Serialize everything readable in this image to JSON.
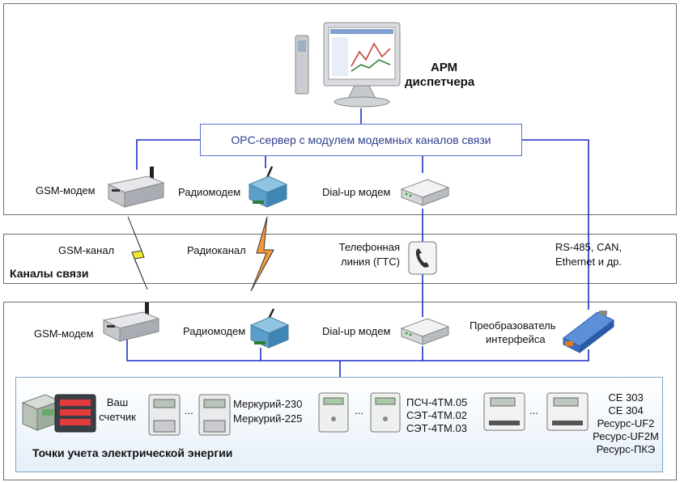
{
  "arm": {
    "line1": "АРМ",
    "line2": "диспетчера"
  },
  "opc_server": "OPC-сервер с модулем модемных каналов связи",
  "top_modems": {
    "gsm": "GSM-модем",
    "radio": "Радиомодем",
    "dialup": "Dial-up модем"
  },
  "channels": {
    "title": "Каналы связи",
    "gsm": "GSM-канал",
    "radio": "Радиоканал",
    "phone_line1": "Телефонная",
    "phone_line2": "линия (ГТС)",
    "rs_line1": "RS-485, CAN,",
    "rs_line2": "Ethernet и др."
  },
  "bottom_modems": {
    "gsm": "GSM-модем",
    "radio": "Радиомодем",
    "dialup": "Dial-up модем",
    "converter_line1": "Преобразователь",
    "converter_line2": "интерфейса"
  },
  "points": {
    "title": "Точки учета электрической энергии",
    "your_meter_line1": "Ваш",
    "your_meter_line2": "счетчик",
    "ellipsis": "...",
    "group1": [
      "Меркурий-230",
      "Меркурий-225"
    ],
    "group2": [
      "ПСЧ-4ТМ.05",
      "СЭТ-4ТМ.02",
      "СЭТ-4ТМ.03"
    ],
    "group3": [
      "CE 303",
      "CE 304",
      "Ресурс-UF2",
      "Ресурс-UF2M",
      "Ресурс-ПКЭ"
    ]
  },
  "colors": {
    "wire": "#1f2fc8",
    "lightning_gsm": "#f2ea2a",
    "lightning_radio": "#f29a3a",
    "panel_border": "#7aa3c8"
  }
}
